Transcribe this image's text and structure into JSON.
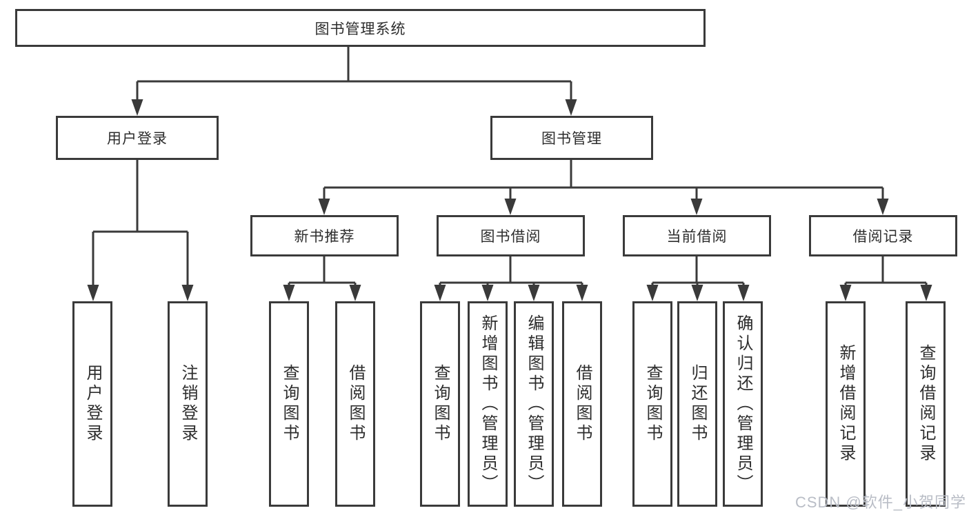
{
  "diagram_title": "图书管理系统",
  "tree": {
    "label": "图书管理系统",
    "children": [
      {
        "label": "用户登录",
        "children": [
          {
            "label": "用户登录"
          },
          {
            "label": "注销登录"
          }
        ]
      },
      {
        "label": "图书管理",
        "children": [
          {
            "label": "新书推荐",
            "children": [
              {
                "label": "查询图书"
              },
              {
                "label": "借阅图书"
              }
            ]
          },
          {
            "label": "图书借阅",
            "children": [
              {
                "label": "查询图书"
              },
              {
                "label": "新增图书（管理员）"
              },
              {
                "label": "编辑图书（管理员）"
              },
              {
                "label": "借阅图书"
              }
            ]
          },
          {
            "label": "当前借阅",
            "children": [
              {
                "label": "查询图书"
              },
              {
                "label": "归还图书"
              },
              {
                "label": "确认归还（管理员）"
              }
            ]
          },
          {
            "label": "借阅记录",
            "children": [
              {
                "label": "新增借阅记录"
              },
              {
                "label": "查询借阅记录"
              }
            ]
          }
        ]
      }
    ]
  },
  "watermark": "CSDN @软件_小贺同学",
  "colors": {
    "line": "#3a3a3a",
    "text": "#2d2d2d",
    "background": "#ffffff",
    "watermark": "#b9bdc6"
  }
}
